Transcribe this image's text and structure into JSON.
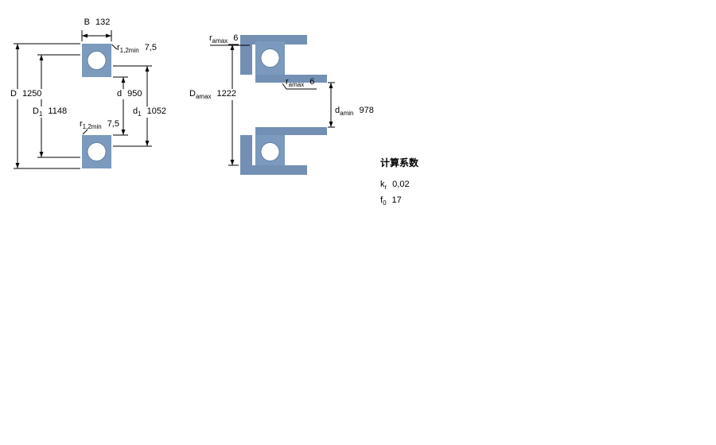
{
  "colors": {
    "bearing_fill": "#7b9abd",
    "abutment_fill": "#7390b4",
    "ball_fill": "#ffffff",
    "line": "#000000"
  },
  "left_drawing": {
    "dims": {
      "B": {
        "symbol": "B",
        "sub": "",
        "value": "132"
      },
      "r12_top": {
        "symbol": "r",
        "sub": "1,2min",
        "value": "7,5"
      },
      "D": {
        "symbol": "D",
        "sub": "",
        "value": "1250"
      },
      "D1": {
        "symbol": "D",
        "sub": "1",
        "value": "1148"
      },
      "d": {
        "symbol": "d",
        "sub": "",
        "value": "950"
      },
      "d1": {
        "symbol": "d",
        "sub": "1",
        "value": "1052"
      },
      "r12_bottom": {
        "symbol": "r",
        "sub": "1,2min",
        "value": "7,5"
      }
    }
  },
  "right_drawing": {
    "dims": {
      "ra_top": {
        "symbol": "r",
        "sub": "amax",
        "value": "6"
      },
      "ra_mid": {
        "symbol": "r",
        "sub": "amax",
        "value": "6"
      },
      "Da": {
        "symbol": "D",
        "sub": "amax",
        "value": "1222"
      },
      "da": {
        "symbol": "d",
        "sub": "amin",
        "value": "978"
      }
    }
  },
  "calculation_factors": {
    "title": "计算系数",
    "rows": [
      {
        "symbol": "k",
        "sub": "r",
        "value": "0,02"
      },
      {
        "symbol": "f",
        "sub": "0",
        "value": "17"
      }
    ]
  }
}
